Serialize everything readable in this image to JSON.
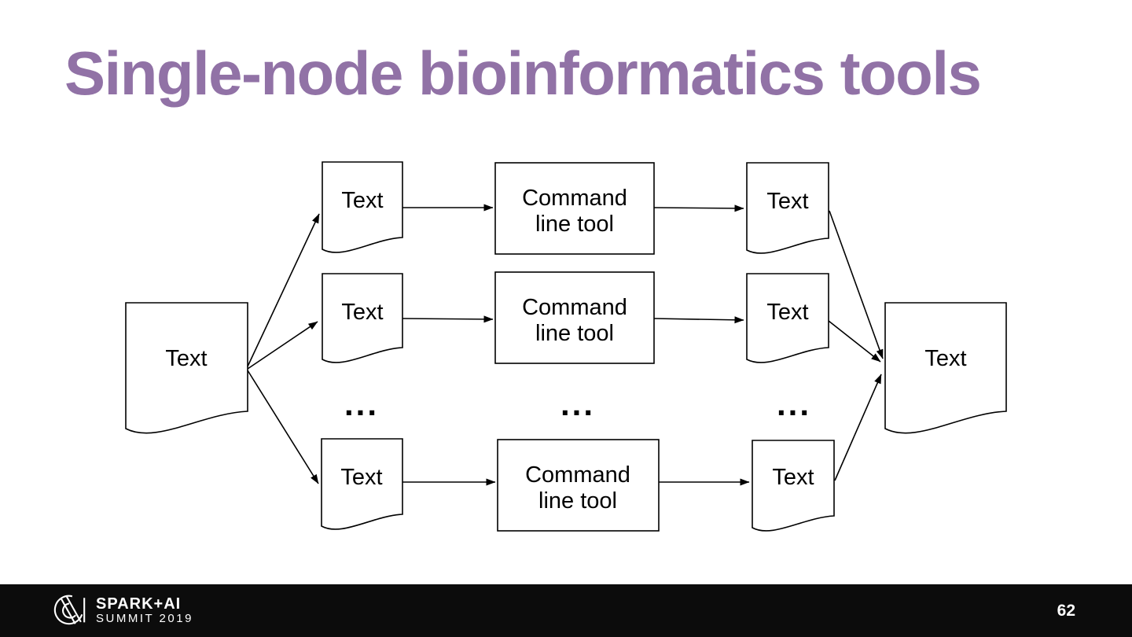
{
  "slide": {
    "title": "Single-node bioinformatics tools",
    "page_number": "62"
  },
  "diagram": {
    "input_label": "Text",
    "output_label": "Text",
    "rows": [
      {
        "input": "Text",
        "tool_line1": "Command",
        "tool_line2": "line tool",
        "output": "Text"
      },
      {
        "input": "Text",
        "tool_line1": "Command",
        "tool_line2": "line tool",
        "output": "Text"
      },
      {
        "input": "Text",
        "tool_line1": "Command",
        "tool_line2": "line tool",
        "output": "Text"
      }
    ],
    "ellipsis": "..."
  },
  "footer": {
    "brand_line1": "SPARK+AI",
    "brand_line2": "SUMMIT 2019"
  },
  "colors": {
    "title_text": "#9172a6",
    "footer_bg": "#0c0c0c",
    "diagram_stroke": "#000000",
    "footer_text": "#ffffff"
  }
}
